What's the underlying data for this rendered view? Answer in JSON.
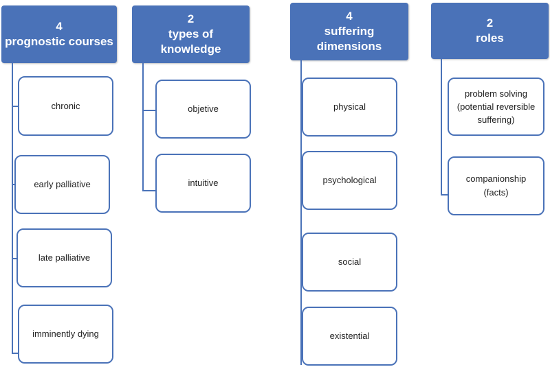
{
  "columns": [
    {
      "count": "4",
      "title": "prognostic courses",
      "items": [
        {
          "lines": [
            "chronic"
          ]
        },
        {
          "lines": [
            "early palliative"
          ]
        },
        {
          "lines": [
            "late palliative"
          ]
        },
        {
          "lines": [
            "imminently dying"
          ]
        }
      ]
    },
    {
      "count": "2",
      "title_lines": [
        "types of",
        "knowledge"
      ],
      "items": [
        {
          "lines": [
            "objetive"
          ]
        },
        {
          "lines": [
            "intuitive"
          ]
        }
      ]
    },
    {
      "count": "4",
      "title_lines": [
        "suffering",
        "dimensions"
      ],
      "items": [
        {
          "lines": [
            "physical"
          ]
        },
        {
          "lines": [
            "psychological"
          ]
        },
        {
          "lines": [
            "social"
          ]
        },
        {
          "lines": [
            "existential"
          ]
        }
      ]
    },
    {
      "count": "2",
      "title": "roles",
      "items": [
        {
          "lines": [
            "problem solving",
            "(potential reversible",
            "suffering)"
          ]
        },
        {
          "lines": [
            "companionship",
            "(facts)"
          ]
        }
      ]
    }
  ],
  "colors": {
    "accent": "#4a72b8",
    "box_border": "#4a72b8"
  }
}
